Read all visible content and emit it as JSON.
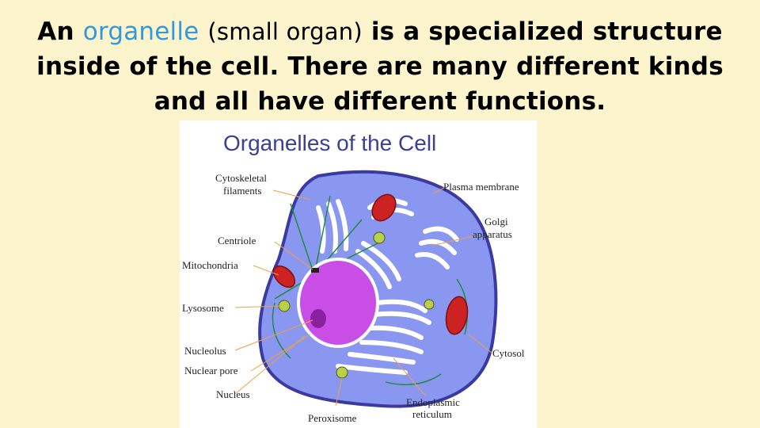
{
  "heading": {
    "word_an": "An",
    "word_organelle": "organelle",
    "paren_text": "(small organ)",
    "rest_line1": "is a specialized structure",
    "line2": "inside of the cell.  There are many different kinds",
    "line3": "and all have different functions."
  },
  "figure": {
    "title": "Organelles of the Cell",
    "labels": {
      "cytoskeletal_1": "Cytoskeletal",
      "cytoskeletal_2": "filaments",
      "centriole": "Centriole",
      "mitochondria": "Mitochondria",
      "lysosome": "Lysosome",
      "nucleolus": "Nucleolus",
      "nuclear_pore": "Nuclear pore",
      "nucleus": "Nucleus",
      "peroxisome": "Peroxisome",
      "er_1": "Endoplasmic",
      "er_2": "reticulum",
      "cytosol": "Cytosol",
      "golgi_1": "Golgi",
      "golgi_2": "apparatus",
      "plasma_membrane": "Plasma membrane"
    }
  },
  "colors": {
    "background": "#fcf4cc",
    "accent_word": "#3399dd",
    "cytoplasm": "#8a97f0",
    "nucleus": "#c84ee6",
    "nucleolus": "#8a1fa0",
    "mitochondria": "#cc2222",
    "lysosome": "#b9d04a",
    "leader_lines": "#f0a040",
    "title": "#3a3f98"
  }
}
